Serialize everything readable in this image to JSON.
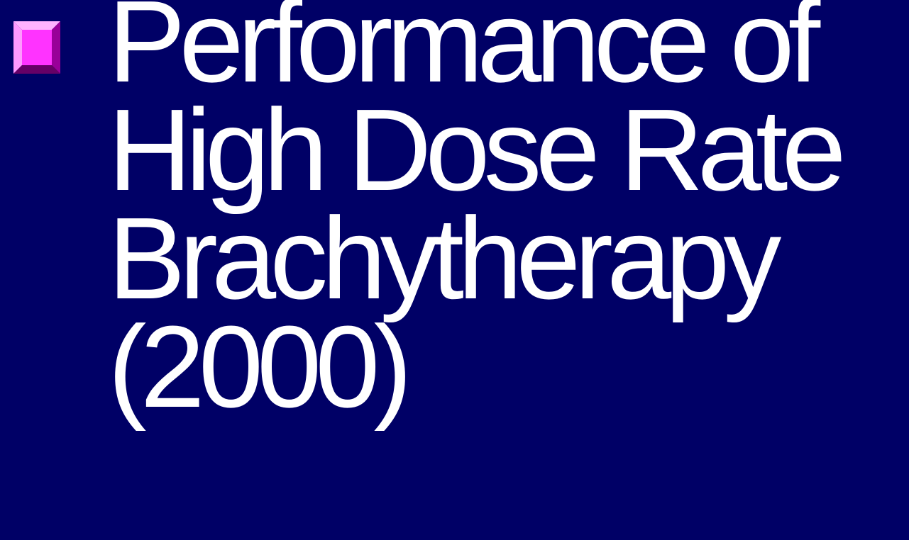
{
  "slide": {
    "background_color": "#000066",
    "text_color": "#ffffff",
    "bullet": {
      "icon": "beveled-square-bullet-icon",
      "face_color": "#ff33ff"
    },
    "lines": [
      "Performance of",
      "High Dose Rate",
      "Brachytherapy",
      "(2000)"
    ]
  }
}
